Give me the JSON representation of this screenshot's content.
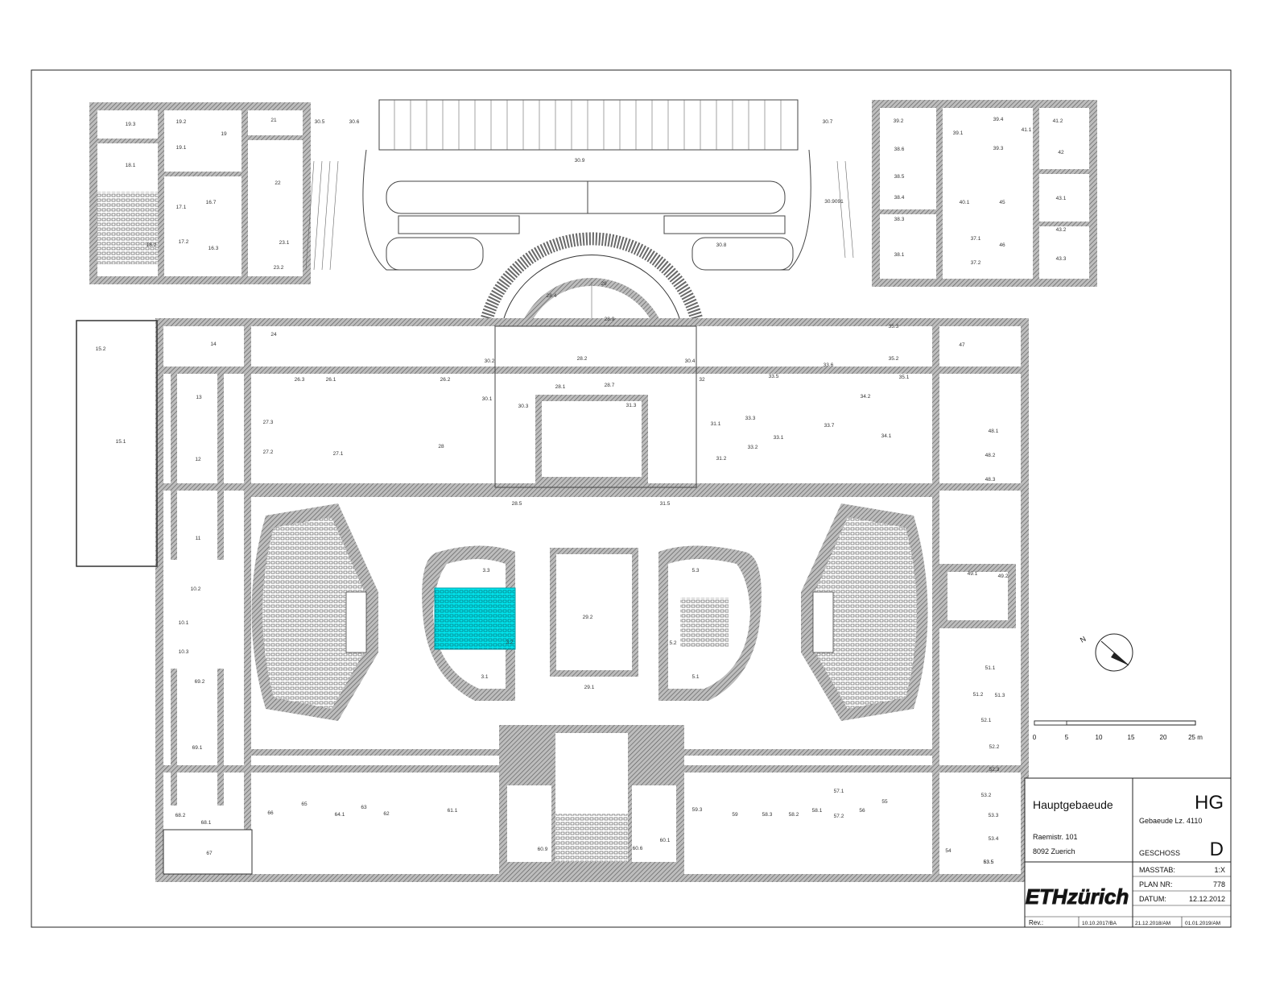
{
  "title_block": {
    "building_name": "Hauptgebaeude",
    "address_line1": "Raemistr. 101",
    "address_line2": "8092 Zuerich",
    "building_code": "HG",
    "building_number": "Gebaeude Lz. 4110",
    "floor_label": "GESCHOSS",
    "floor_value": "D",
    "scale_label": "MASSTAB:",
    "scale_value": "1:X",
    "plan_label": "PLAN NR:",
    "plan_value": "778",
    "date_label": "DATUM:",
    "date_value": "12.12.2012",
    "logo_text": "ETHzürich",
    "rev_label": "Rev.:",
    "rev_dates": [
      "10.10.2017/BA",
      "21.12.2018/AM",
      "01.01.2019/AM"
    ]
  },
  "scale_bar": {
    "ticks": [
      "0",
      "5",
      "10",
      "15",
      "20",
      "25 m"
    ]
  },
  "north_arrow": {
    "label": "N"
  },
  "highlight_color": "#00e5ee",
  "highlighted_room": "3.2",
  "rooms": [
    {
      "id": "19.3"
    },
    {
      "id": "19.2"
    },
    {
      "id": "19"
    },
    {
      "id": "21"
    },
    {
      "id": "30.5"
    },
    {
      "id": "30.6"
    },
    {
      "id": "19.1"
    },
    {
      "id": "18.1"
    },
    {
      "id": "22"
    },
    {
      "id": "17.1"
    },
    {
      "id": "16.7"
    },
    {
      "id": "18.2"
    },
    {
      "id": "17.2"
    },
    {
      "id": "16.3"
    },
    {
      "id": "23.1"
    },
    {
      "id": "23.2"
    },
    {
      "id": "30.9"
    },
    {
      "id": "30.8"
    },
    {
      "id": "30.7"
    },
    {
      "id": "39.2"
    },
    {
      "id": "39.1"
    },
    {
      "id": "39.4"
    },
    {
      "id": "41.1"
    },
    {
      "id": "41.2"
    },
    {
      "id": "38.6"
    },
    {
      "id": "39.3"
    },
    {
      "id": "42"
    },
    {
      "id": "38.5"
    },
    {
      "id": "38.4"
    },
    {
      "id": "38.3"
    },
    {
      "id": "38.1"
    },
    {
      "id": "40.1"
    },
    {
      "id": "45"
    },
    {
      "id": "43.1"
    },
    {
      "id": "43.2"
    },
    {
      "id": "43.3"
    },
    {
      "id": "37.1"
    },
    {
      "id": "37.2"
    },
    {
      "id": "46"
    },
    {
      "id": "30.9091"
    },
    {
      "id": "29"
    },
    {
      "id": "28.4"
    },
    {
      "id": "28.9"
    },
    {
      "id": "28.2"
    },
    {
      "id": "28.1"
    },
    {
      "id": "28.7"
    },
    {
      "id": "30.2"
    },
    {
      "id": "30.4"
    },
    {
      "id": "30.1"
    },
    {
      "id": "30.3"
    },
    {
      "id": "31.3"
    },
    {
      "id": "15.2"
    },
    {
      "id": "14"
    },
    {
      "id": "24"
    },
    {
      "id": "26.3"
    },
    {
      "id": "26.1"
    },
    {
      "id": "26.2"
    },
    {
      "id": "13"
    },
    {
      "id": "27.3"
    },
    {
      "id": "27.2"
    },
    {
      "id": "27.1"
    },
    {
      "id": "28"
    },
    {
      "id": "15.1"
    },
    {
      "id": "12"
    },
    {
      "id": "11"
    },
    {
      "id": "32"
    },
    {
      "id": "33.6"
    },
    {
      "id": "33.5"
    },
    {
      "id": "35.2"
    },
    {
      "id": "35.3"
    },
    {
      "id": "35.1"
    },
    {
      "id": "47"
    },
    {
      "id": "34.2"
    },
    {
      "id": "33.3"
    },
    {
      "id": "31.1"
    },
    {
      "id": "33.1"
    },
    {
      "id": "33.7"
    },
    {
      "id": "34.1"
    },
    {
      "id": "33.2"
    },
    {
      "id": "31.2"
    },
    {
      "id": "48.1"
    },
    {
      "id": "48.2"
    },
    {
      "id": "48.3"
    },
    {
      "id": "28.5"
    },
    {
      "id": "31.5"
    },
    {
      "id": "10.2"
    },
    {
      "id": "10.1"
    },
    {
      "id": "10.3"
    },
    {
      "id": "3.3"
    },
    {
      "id": "3.2"
    },
    {
      "id": "3.1"
    },
    {
      "id": "29.2"
    },
    {
      "id": "29.1"
    },
    {
      "id": "5.3"
    },
    {
      "id": "5.2"
    },
    {
      "id": "5.1"
    },
    {
      "id": "49.1"
    },
    {
      "id": "49.2"
    },
    {
      "id": "51.1"
    },
    {
      "id": "51.2"
    },
    {
      "id": "51.3"
    },
    {
      "id": "69.2"
    },
    {
      "id": "69.1"
    },
    {
      "id": "52.1"
    },
    {
      "id": "52.2"
    },
    {
      "id": "52.3"
    },
    {
      "id": "53.2"
    },
    {
      "id": "53.3"
    },
    {
      "id": "53.4"
    },
    {
      "id": "53.5"
    },
    {
      "id": "68.2"
    },
    {
      "id": "68.1"
    },
    {
      "id": "66"
    },
    {
      "id": "65"
    },
    {
      "id": "64.1"
    },
    {
      "id": "63"
    },
    {
      "id": "62"
    },
    {
      "id": "61.1"
    },
    {
      "id": "60.9"
    },
    {
      "id": "60.6"
    },
    {
      "id": "60.1"
    },
    {
      "id": "59.3"
    },
    {
      "id": "59"
    },
    {
      "id": "58.3"
    },
    {
      "id": "58.2"
    },
    {
      "id": "58.1"
    },
    {
      "id": "57.1"
    },
    {
      "id": "57.2"
    },
    {
      "id": "56"
    },
    {
      "id": "55"
    },
    {
      "id": "54"
    },
    {
      "id": "67"
    },
    {
      "id": "63.5"
    }
  ]
}
